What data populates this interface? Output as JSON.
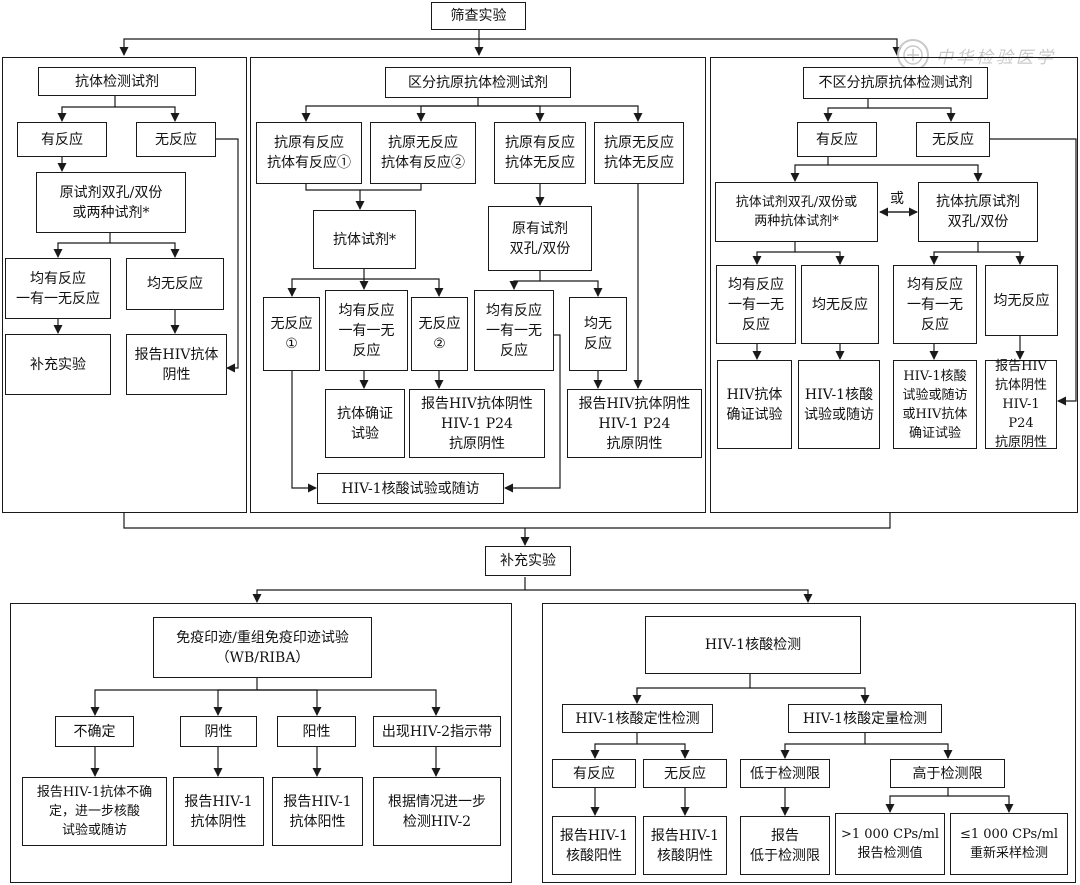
{
  "watermark": {
    "text": "中华检验医学"
  },
  "top": {
    "screening": "筛查实验",
    "supplementary": "补充实验"
  },
  "left": {
    "reagent": "抗体检测试剂",
    "reactive": "有反应",
    "nonreactive": "无反应",
    "retest": "原试剂双孔/双份\n或两种试剂*",
    "both_or_one": "均有反应\n一有一无反应",
    "none": "均无反应",
    "supplement": "补充实验",
    "report_neg": "报告HIV抗体\n阴性"
  },
  "middle": {
    "reagent": "区分抗原抗体检测试剂",
    "r1": "抗原有反应\n抗体有反应①",
    "r2": "抗原无反应\n抗体有反应②",
    "r3": "抗原有反应\n抗体无反应",
    "r4": "抗原无反应\n抗体无反应",
    "ab_reagent": "抗体试剂*",
    "orig_reagent": "原有试剂\n双孔/双份",
    "none1": "无反应\n①",
    "both_one": "均有反应\n一有一无\n反应",
    "none2": "无反应\n②",
    "both_one2": "均有反应\n一有一无\n反应",
    "all_none": "均无\n反应",
    "ab_confirm": "抗体确证\n试验",
    "report1": "报告HIV抗体阴性\nHIV-1 P24\n抗原阴性",
    "report2": "报告HIV抗体阴性\nHIV-1 P24\n抗原阴性",
    "nat": "HIV-1核酸试验或随访"
  },
  "right": {
    "reagent": "不区分抗原抗体检测试剂",
    "reactive": "有反应",
    "nonreactive": "无反应",
    "ab_retest": "抗体试剂双孔/双份或\n两种抗体试剂*",
    "or": "或",
    "agab_retest": "抗体抗原试剂\n双孔/双份",
    "both_one_a": "均有反应\n一有一无\n反应",
    "none_a": "均无反应",
    "both_one_b": "均有反应\n一有一无\n反应",
    "none_b": "均无反应",
    "ab_confirm": "HIV抗体\n确证试验",
    "nat_follow": "HIV-1核酸\n试验或随访",
    "nat_or_confirm": "HIV-1核酸\n试验或随访\n或HIV抗体\n确证试验",
    "report": "报告HIV\n抗体阴性\nHIV-1 P24\n抗原阴性"
  },
  "bottom_left": {
    "wb": "免疫印迹/重组免疫印迹试验\n（WB/RIBA）",
    "indeterminate": "不确定",
    "negative": "阴性",
    "positive": "阳性",
    "hiv2_band": "出现HIV-2指示带",
    "report_indet": "报告HIV-1抗体不确\n定，进一步核酸\n试验或随访",
    "report_neg": "报告HIV-1\n抗体阴性",
    "report_pos": "报告HIV-1\n抗体阳性",
    "hiv2_further": "根据情况进一步\n检测HIV-2"
  },
  "bottom_right": {
    "nat": "HIV-1核酸检测",
    "qual": "HIV-1核酸定性检测",
    "quant": "HIV-1核酸定量检测",
    "reactive": "有反应",
    "nonreactive": "无反应",
    "below": "低于检测限",
    "above": "高于检测限",
    "report_pos": "报告HIV-1\n核酸阳性",
    "report_neg": "报告HIV-1\n核酸阴性",
    "report_below": "报告\n低于检测限",
    "gt1000": ">1 000 CPs/ml\n报告检测值",
    "le1000": "≤1 000 CPs/ml\n重新采样检测"
  },
  "colors": {
    "line": "#1a1a1a",
    "watermark": "#c9c9c9"
  }
}
